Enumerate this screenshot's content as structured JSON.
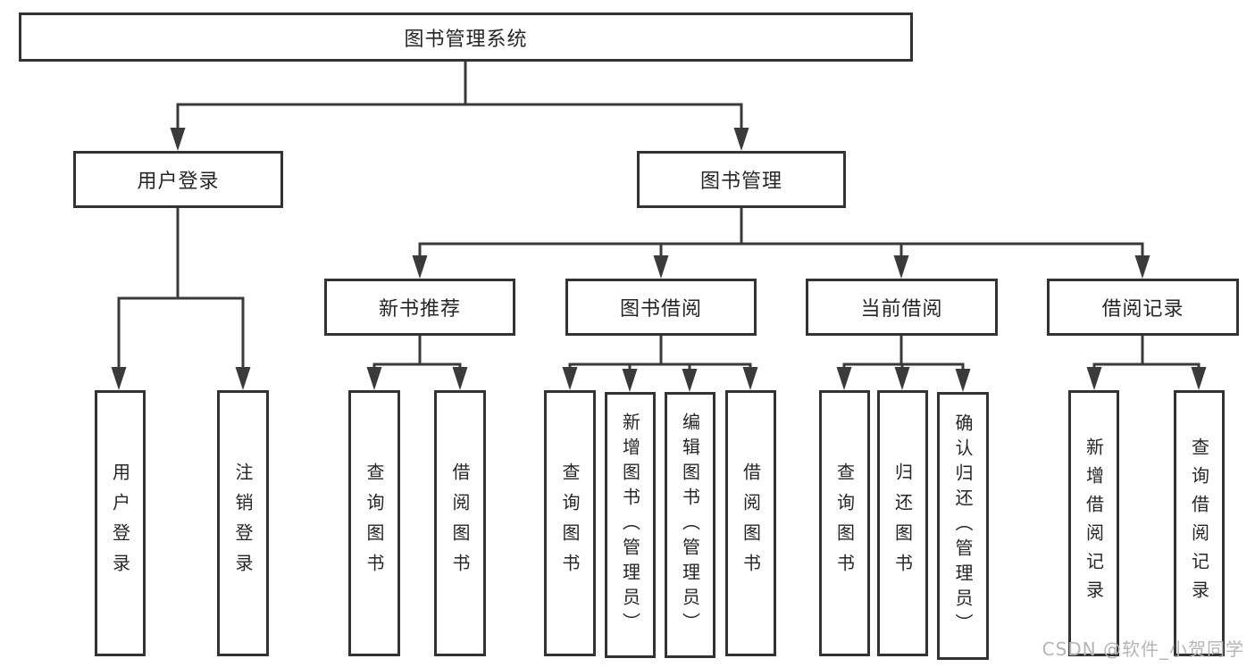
{
  "tree": {
    "id": "root",
    "label": "图书管理系统",
    "children": [
      {
        "id": "user-login",
        "label": "用户登录",
        "children": [
          {
            "id": "ul-login",
            "label": "用户登录"
          },
          {
            "id": "ul-logout",
            "label": "注销登录"
          }
        ]
      },
      {
        "id": "book-mgmt",
        "label": "图书管理",
        "children": [
          {
            "id": "new-book",
            "label": "新书推荐",
            "children": [
              {
                "id": "nb-query",
                "label": "查询图书"
              },
              {
                "id": "nb-borrow",
                "label": "借阅图书"
              }
            ]
          },
          {
            "id": "book-borrow",
            "label": "图书借阅",
            "children": [
              {
                "id": "bb-query",
                "label": "查询图书"
              },
              {
                "id": "bb-add",
                "label": "新增图书（管理员）"
              },
              {
                "id": "bb-edit",
                "label": "编辑图书（管理员）"
              },
              {
                "id": "bb-borrow",
                "label": "借阅图书"
              }
            ]
          },
          {
            "id": "current-borrow",
            "label": "当前借阅",
            "children": [
              {
                "id": "cb-query",
                "label": "查询图书"
              },
              {
                "id": "cb-return",
                "label": "归还图书"
              },
              {
                "id": "cb-confirm",
                "label": "确认归还（管理员）"
              }
            ]
          },
          {
            "id": "borrow-record",
            "label": "借阅记录",
            "children": [
              {
                "id": "br-add",
                "label": "新增借阅记录"
              },
              {
                "id": "br-query",
                "label": "查询借阅记录"
              }
            ]
          }
        ]
      }
    ]
  },
  "watermark": {
    "text": "CSDN @软件_小贺同学"
  },
  "colors": {
    "line": "#3a3a3a",
    "box_border": "#333333",
    "text": "#262626",
    "watermark": "#b5b5b5",
    "background": "#ffffff"
  }
}
